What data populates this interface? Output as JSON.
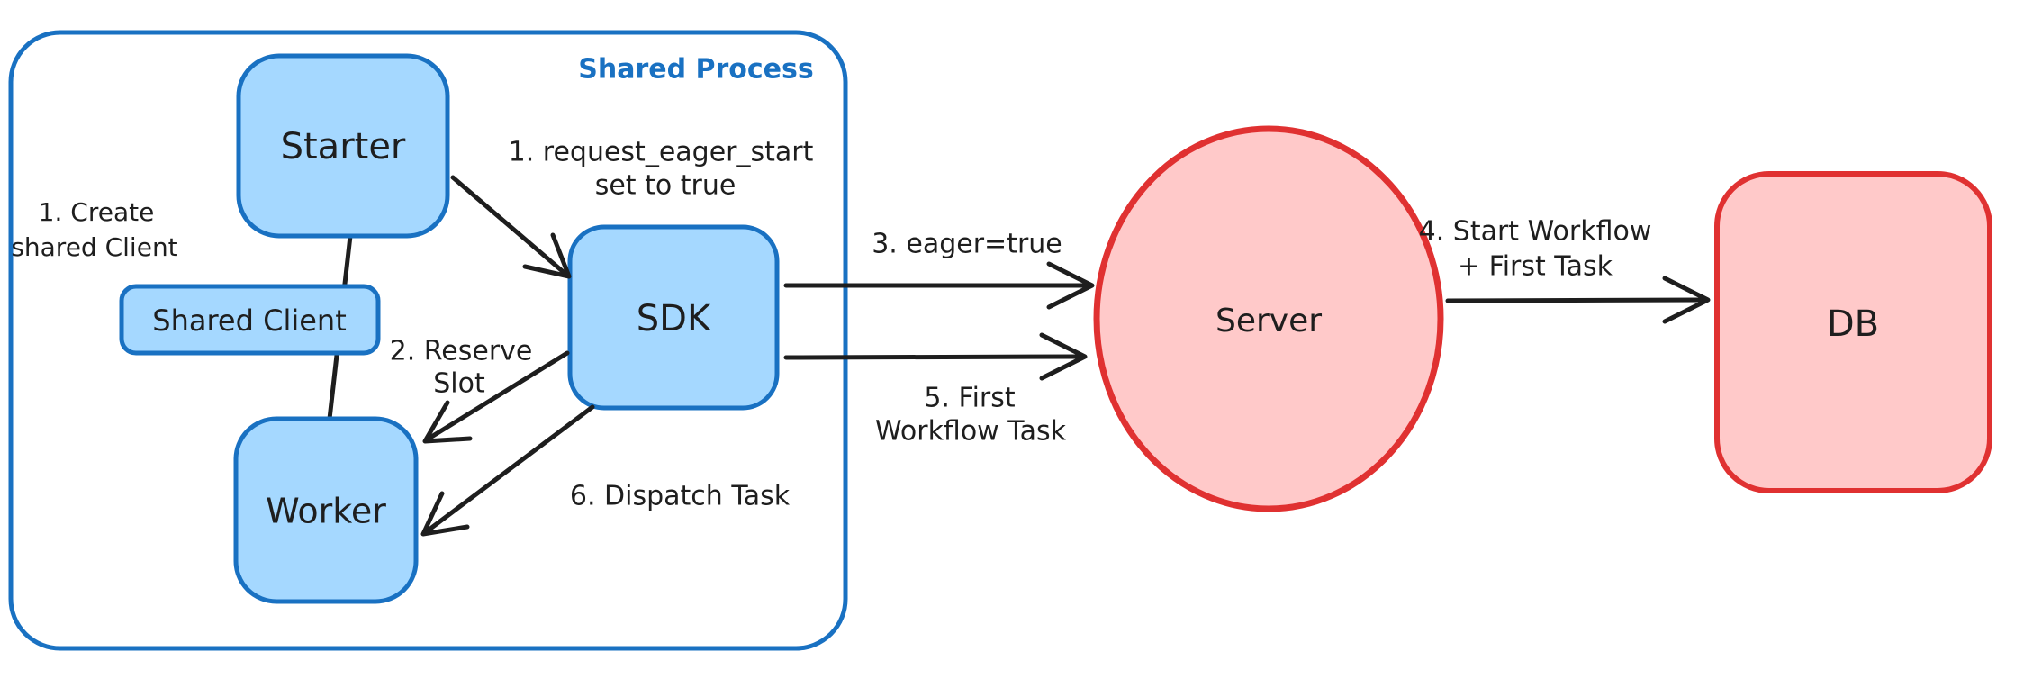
{
  "colors": {
    "blue_stroke": "#1971c2",
    "blue_fill": "#a5d8ff",
    "red_stroke": "#e03131",
    "red_fill": "#ffc9c9",
    "ink": "#1e1e1e",
    "bg": "#ffffff"
  },
  "container": {
    "label": "Shared Process"
  },
  "nodes": {
    "starter": "Starter",
    "shared_client": "Shared Client",
    "worker": "Worker",
    "sdk": "SDK",
    "server": "Server",
    "db": "DB"
  },
  "annotations": {
    "create_shared_client": {
      "line1": "1. Create",
      "line2": "shared Client"
    },
    "request_eager_start": {
      "line1": "1. request_eager_start",
      "line2": "set to true"
    },
    "reserve_slot": {
      "line1": "2. Reserve",
      "line2": "Slot"
    },
    "eager_true": {
      "line1": "3. eager=true"
    },
    "start_workflow": {
      "line1": "4. Start Workflow",
      "line2": "+ First Task"
    },
    "first_workflow_task": {
      "line1": "5. First",
      "line2": "Workflow Task"
    },
    "dispatch_task": {
      "line1": "6. Dispatch Task"
    }
  }
}
